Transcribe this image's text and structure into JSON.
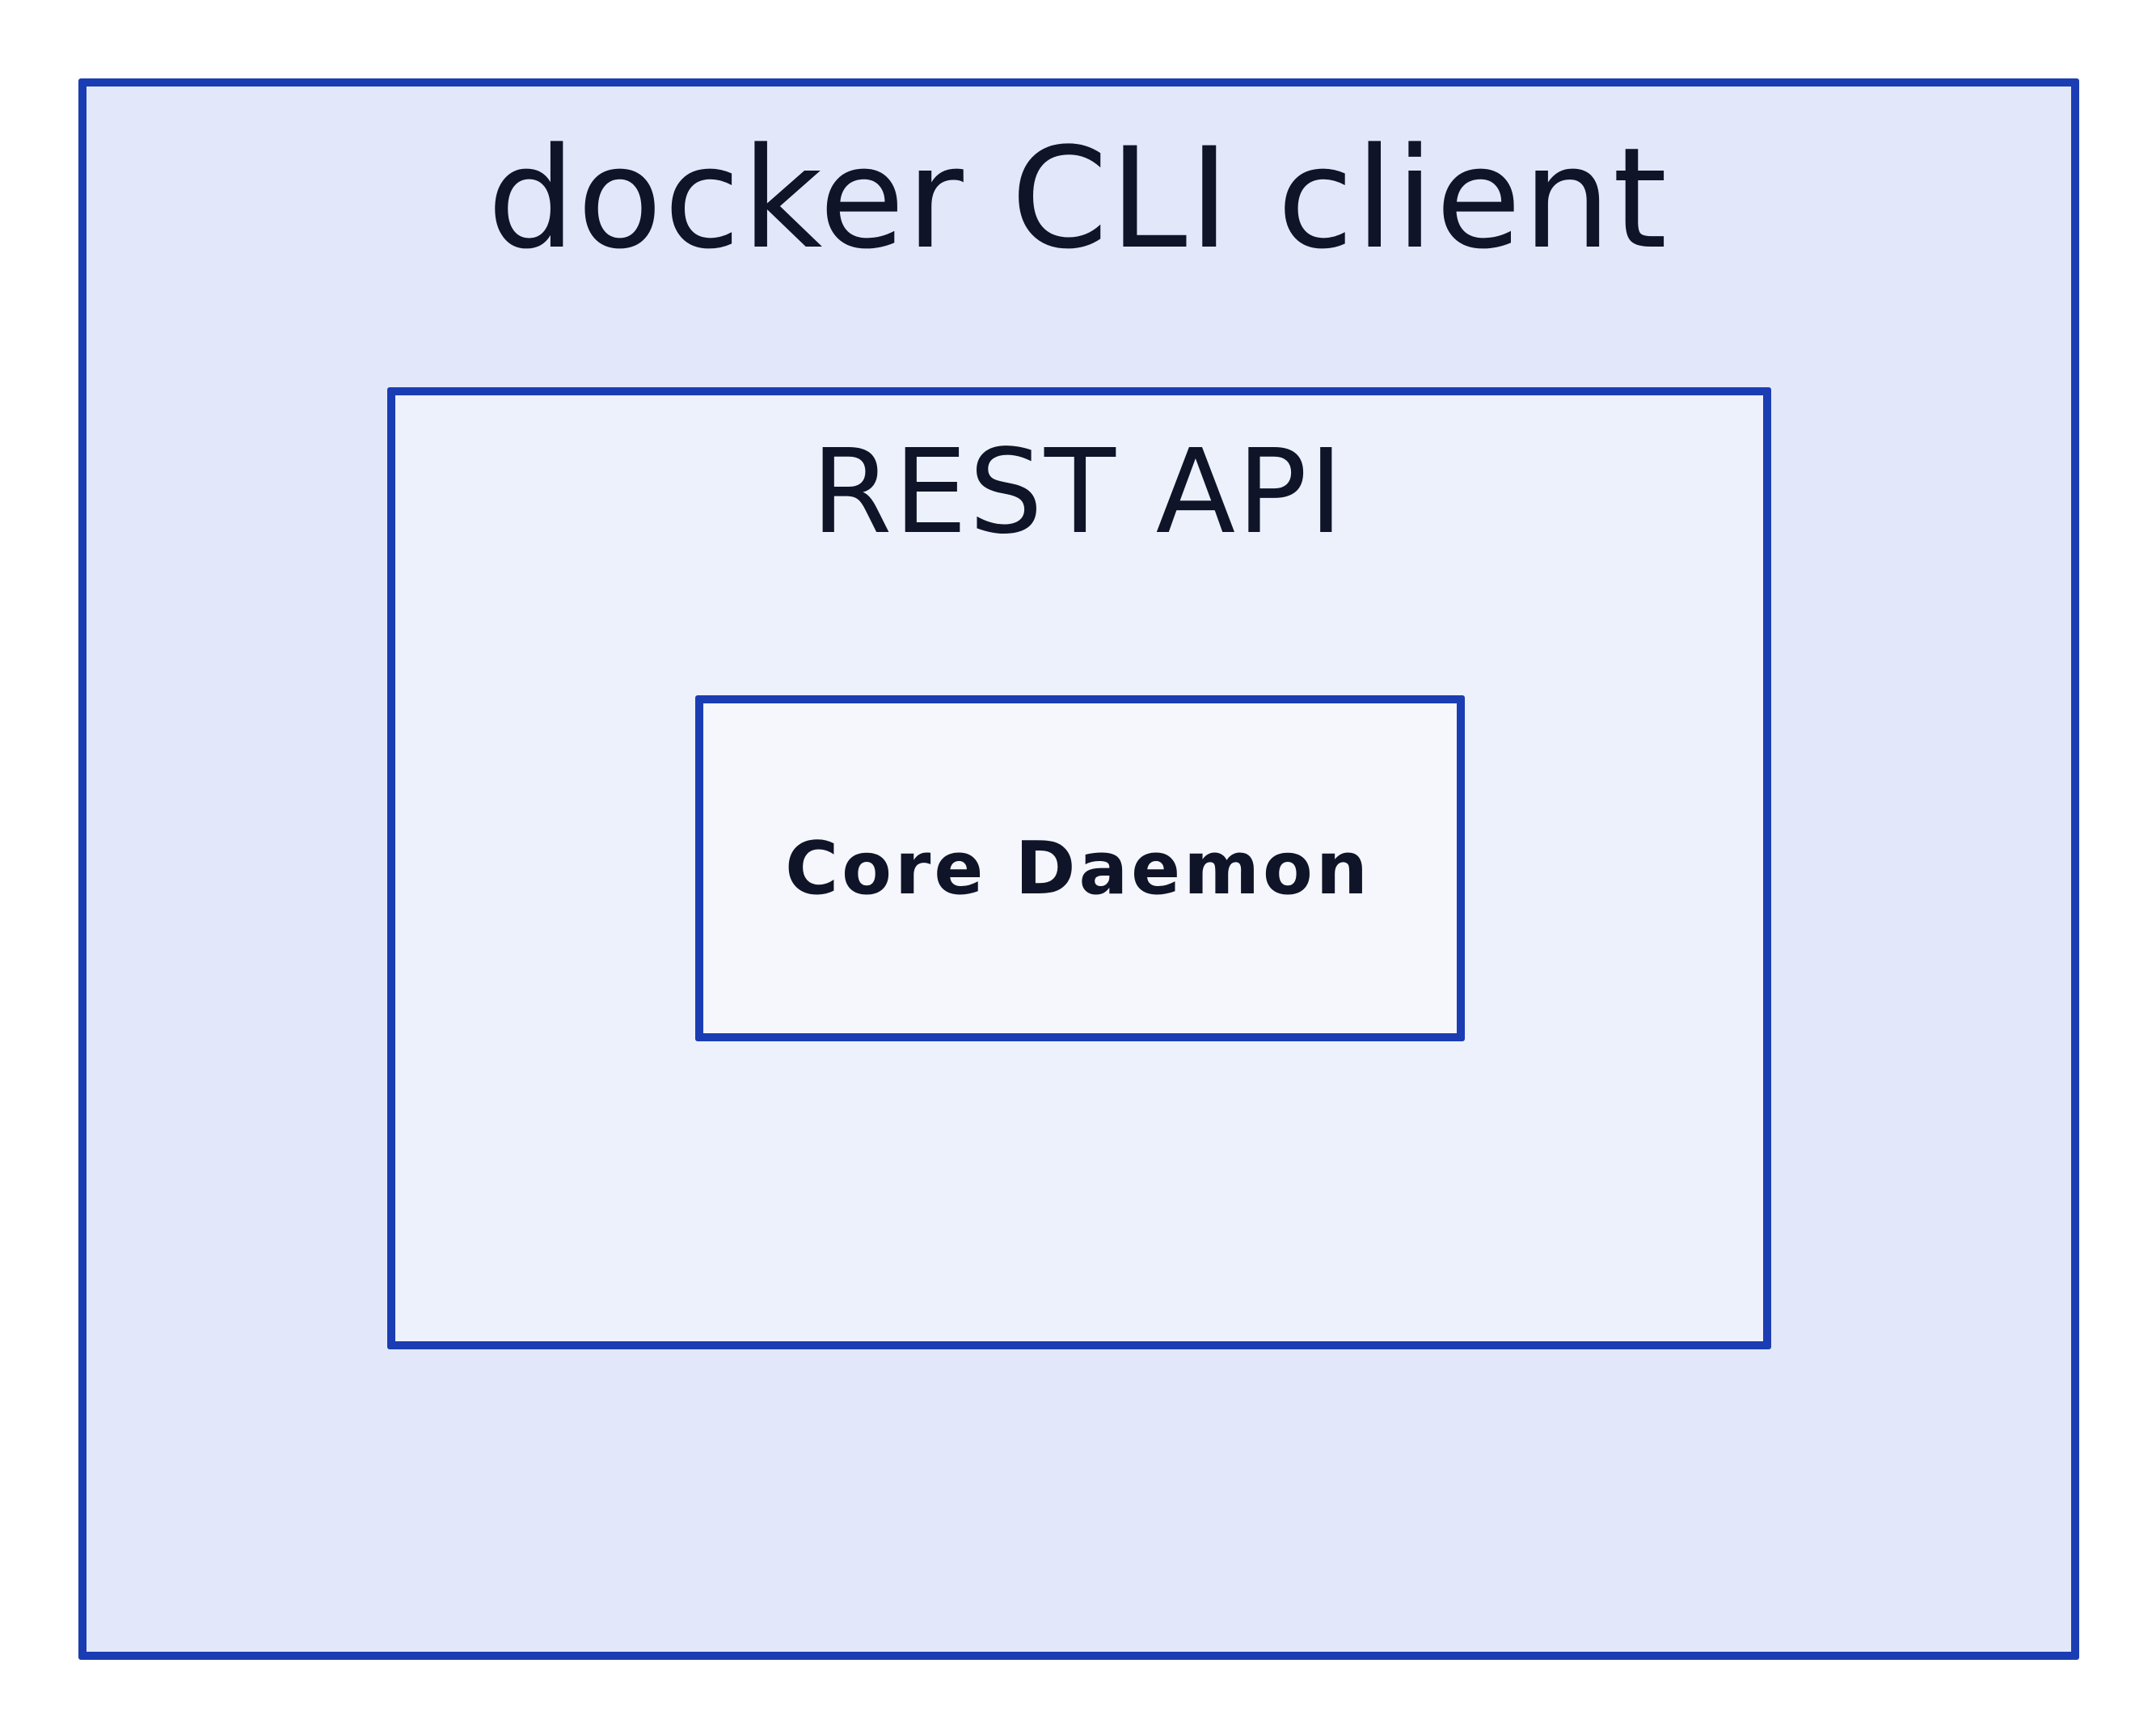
{
  "diagram": {
    "outer": {
      "label": "docker CLI client"
    },
    "middle": {
      "label": "REST API"
    },
    "inner": {
      "label": "Core Daemon"
    }
  },
  "colors": {
    "border": "#1b3db3",
    "outer_fill": "#e2e8fa",
    "middle_fill": "#edf1fc",
    "inner_fill": "#f5f7fd",
    "text": "#0f1428"
  }
}
